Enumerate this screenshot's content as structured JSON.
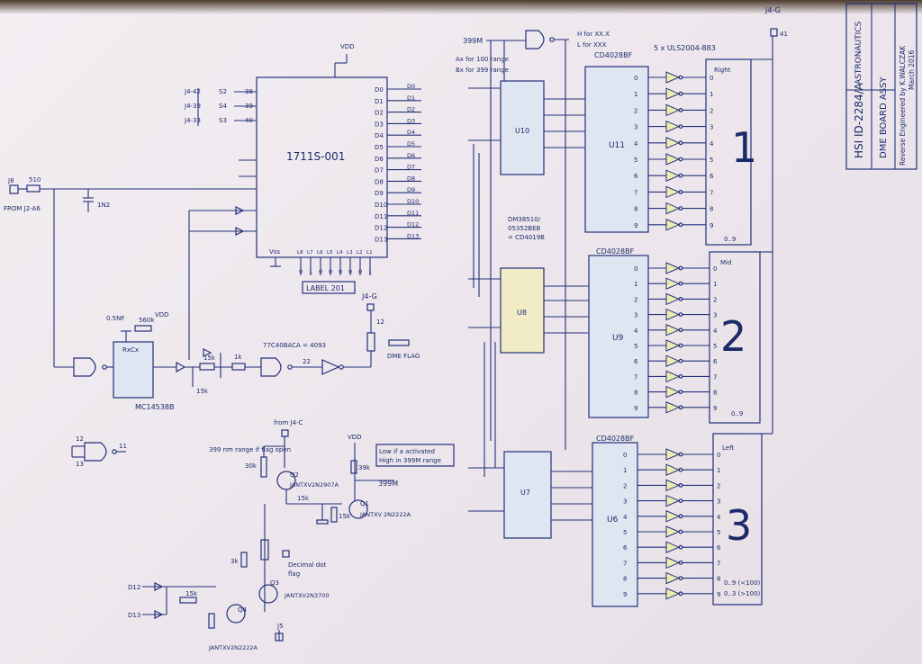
{
  "title_block": {
    "line1": "HSI  ID-2284/A",
    "line2": "ASTRONAUTICS",
    "line3": "DME BOARD ASSY",
    "line4": "Reverse Engineered by K.WALCZAK",
    "line5": "March 2016"
  },
  "main_ic": {
    "name": "1711S-001",
    "label": "LABEL 201",
    "vdd": "VDD",
    "vss": "Vss",
    "left_inputs": [
      {
        "name": "J4-42",
        "sig": "S2",
        "pin": "38"
      },
      {
        "name": "J4-39",
        "sig": "S4",
        "pin": "39"
      },
      {
        "name": "J4-33",
        "sig": "S3",
        "pin": "40"
      }
    ],
    "outputs": [
      "D0",
      "D1",
      "D2",
      "D3",
      "D4",
      "D5",
      "D6",
      "D7",
      "D8",
      "D9",
      "D10",
      "D11",
      "D12",
      "D13"
    ],
    "bottom_pins": [
      "L8",
      "L7",
      "L6",
      "L5",
      "L4",
      "L3",
      "L2",
      "L1"
    ],
    "bottom_bits": [
      "0",
      "1",
      "0",
      "0",
      "0",
      "0",
      "0",
      "1"
    ]
  },
  "input": {
    "conn": "J8",
    "name": "FROM J2-A6",
    "r": "510",
    "c": "1N2"
  },
  "shaper": {
    "mc": "MC14538B",
    "rc": "RxCx",
    "c1": "0.5NF",
    "r1": "560k",
    "buf": "77C40BACA = 4093",
    "vdd": "VDD",
    "r15": "15k",
    "r1k": "1k",
    "r22": "22",
    "r15k": "15k"
  },
  "flag": {
    "label": "DME FLAG",
    "conn": "J4-G",
    "pin": "12"
  },
  "drivers": {
    "title": "5 x ULS2004-883",
    "decoders": [
      "CD4028BF",
      "CD4028BF",
      "CD4028BF"
    ],
    "dec_names": [
      "U11",
      "U9",
      "U6"
    ],
    "sel_names": [
      "U10",
      "U8",
      "U7"
    ],
    "sel_note1": "DM38510/",
    "sel_note2": "05352BEB",
    "sel_note3": "= CD4019B",
    "digits": [
      "1",
      "2",
      "3"
    ],
    "digit_labels": [
      "Right",
      "Mid",
      "Left"
    ],
    "ranges": [
      "0..9",
      "0..9",
      "0..9 (<100)",
      "0..3 (>100)"
    ],
    "top_conn": "J4-G",
    "top_pin": "41"
  },
  "range": {
    "gate": "399M",
    "note1": "H for XX.X",
    "note2": "L for XXX",
    "ax": "Ax for 100 range",
    "bx": "Bx for 399 range",
    "lowif": "Low if a activated",
    "high": "High in 399M range",
    "out": "399M",
    "src": "from J4-C",
    "q2": "Q2",
    "q2t": "JANTXV2N2907A",
    "q1": "Q1",
    "q1t": "JANTXV 2N2222A",
    "q4": "Q4",
    "q4t": "JANTXV2N2222A",
    "q3": "Q3",
    "q3t": "JANTXV2N3700",
    "r30": "30k",
    "r39": "39k",
    "r15": "15k",
    "r3": "3k",
    "note399": "399 nm range if flag open",
    "dpnote1": "Decimal dot",
    "dpnote2": "flag",
    "d12": "D12",
    "d13": "D13",
    "r15k2": "15k",
    "r15k3": "15k",
    "j5": "J5"
  },
  "misc": {
    "gate_pins": [
      "12",
      "13",
      "11"
    ]
  }
}
